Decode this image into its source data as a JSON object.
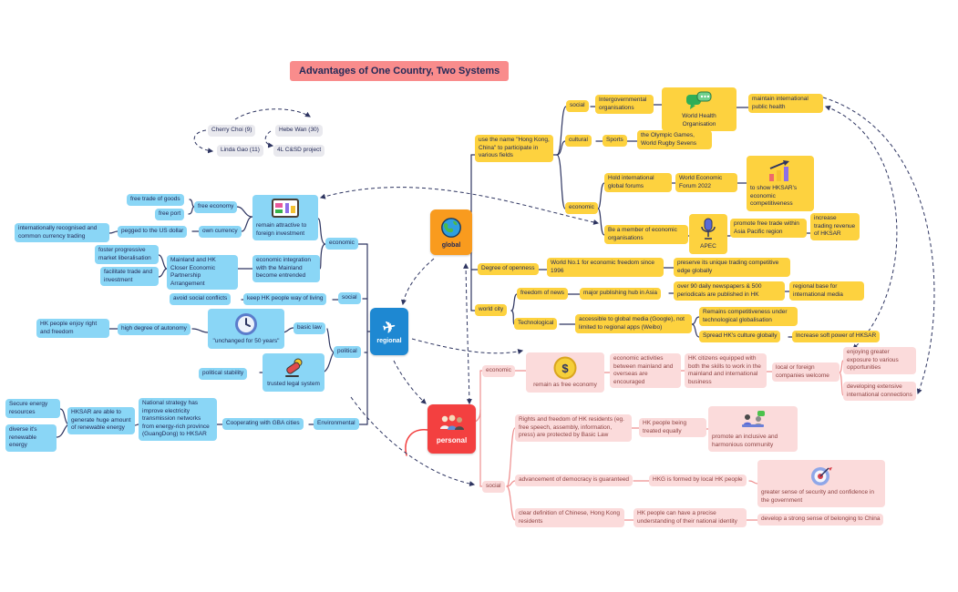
{
  "title": "Advantages of One Country, Two Systems",
  "colors": {
    "title_bg": "#f98c8c",
    "blue_box": "#8ad6f6",
    "blue_node": "#1e88d2",
    "yellow_box": "#fdd23f",
    "orange_node": "#f99b1e",
    "red_node": "#f34040",
    "pink_box": "#fbdbdb",
    "gray_box": "#e9e9ee",
    "line": "#2e3561",
    "personal_line": "#ee8f8f"
  },
  "team": {
    "member_1": "Cherry Choi (9)",
    "member_2": "Hebe Wan (30)",
    "member_3": "Linda Gao (11)",
    "project": "4L C&SD project"
  },
  "regional": {
    "node": "regional",
    "economic_label": "economic",
    "free_trade": "free trade of goods",
    "free_port": "free port",
    "free_economy": "free economy",
    "intl_currency": "internationally recognised and common currency trading",
    "pegged_usd": "pegged to the US dollar",
    "own_currency": "own currency",
    "remain_attractive": "remain attractive to foreign investment",
    "foster": "foster progressive market liberalisation",
    "facilitate": "facilitate trade and investment",
    "cepa": "Mainland and HK Closer Economic Partnership Arrangement",
    "integration": "economic integration with the Mainland become entrended",
    "social_label": "social",
    "avoid_conflicts": "avoid social conflicts",
    "keep_way_of_living": "keep HK people way of living",
    "political_label": "political",
    "rights_freedom": "HK people enjoy right and freedom",
    "autonomy": "high degree of autonomy",
    "unchanged": "\"unchanged for 50 years\"",
    "basic_law": "basic law",
    "political_stability": "political stability",
    "trusted_legal": "trusted legal system",
    "environmental_label": "Environmental",
    "secure_energy": "Secure energy resources",
    "diverse_renewable": "diverse it's renewable energy",
    "generate_renewable": "HKSAR are able to generate huge amount of renewable energy",
    "national_strategy": "National strategy has improve electricity transmission networks from energy-rich province (GuangDong) to HKSAR",
    "gba": "Cooperating with GBA cities"
  },
  "global": {
    "node": "global",
    "use_name": "use the name \"Hong Kong, China\" to participate in various fields",
    "social_label": "social",
    "intergov": "Intergovernmental organisations",
    "who": "World Health Organisation",
    "public_health": "maintain international public health",
    "cultural_label": "cultural",
    "sports": "Sports",
    "olympics": "the Olympic Games, World Rugby Sevens",
    "economic_label": "economic",
    "forums": "Hold international global forums",
    "wef": "World Economic Forum 2022",
    "competitiveness": "to show HKSAR's economic competitiveness",
    "member": "Be a member of economic organisations",
    "apec": "APEC",
    "free_trade_apac": "promote free trade within Asia Pacific region",
    "revenue": "increase trading revenue of HKSAR",
    "openness": "Degree of openness",
    "world_no1": "World No.1 for economic freedom since 1996",
    "trading_edge": "preserve its unique trading competitive edge globally",
    "world_city": "world city",
    "freedom_news": "freedom of news",
    "publishing_hub": "major publishing hub in Asia",
    "newspapers": "over 90 daily newspapers & 500 periodicals are published in HK",
    "media_base": "regional base for international media",
    "technological": "Technological",
    "global_media": "accessible to global media (Google), not limited to regional apps (Weibo)",
    "competitive_tech": "Remains competitiveness under technological globalisation",
    "spread_culture": "Spread HK's culture globally",
    "soft_power": "Increase soft power of HKSAR"
  },
  "personal": {
    "node": "personal",
    "economic_label": "economic",
    "free_economy": "remain as free economy",
    "activities": "economic activities between mainland and overseas are encouraged",
    "skills": "HK citizens equipped with both the skills to work in the mainland and international business",
    "companies": "local or foreign companies welcome",
    "exposure": "enjoying greater exposure to various opportunities",
    "connections": "developing extensive international connections",
    "rights": "Rights and freedom of HK residents (eg. free speech, assembly, information, press) are protected by Basic Law",
    "equal": "HK people being treated equally",
    "inclusive": "promote an inclusive and harmonious community",
    "social_label": "social",
    "democracy": "advancement of democracy is guaranteed",
    "hkg": "HKG is formed by local HK people",
    "security": "greater sense of security and confidence in the government",
    "definition": "clear definition of Chinese, Hong Kong residents",
    "identity": "HK people can have a precise understanding of their national identity",
    "belonging": "develop a strong sense of belonging to China"
  }
}
